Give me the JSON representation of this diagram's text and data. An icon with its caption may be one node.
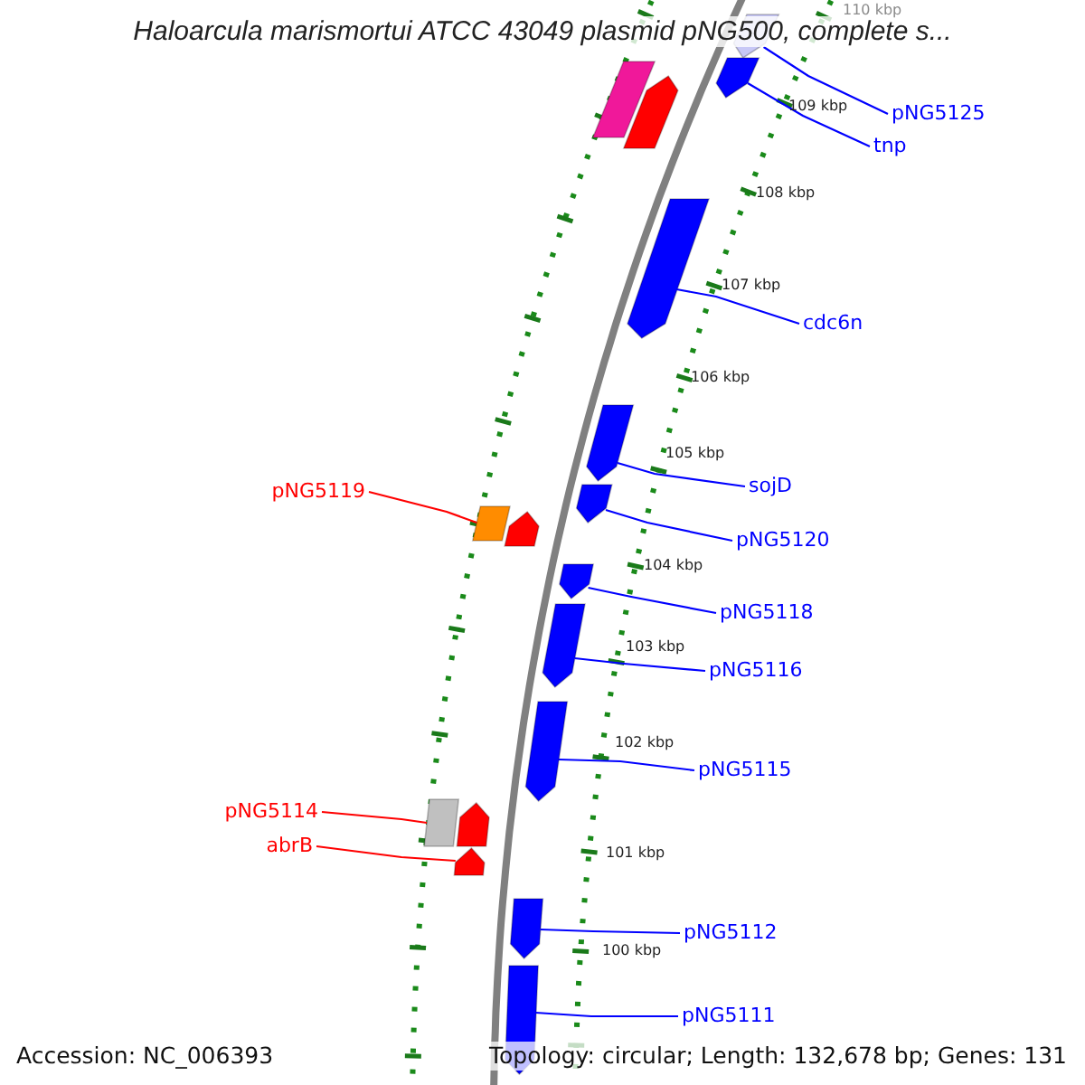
{
  "diagram": {
    "title": "Haloarcula marismortui ATCC 43049 plasmid pNG500, complete s...",
    "nodes": [
      {
        "text": [
          "pNG5125"
        ]
      },
      {
        "text": [
          "tnp"
        ]
      },
      {
        "text": [
          "cdc6n"
        ]
      },
      {
        "text": [
          "sojD"
        ]
      },
      {
        "text": [
          "pNG5120"
        ]
      },
      {
        "text": [
          "pNG5118"
        ]
      },
      {
        "text": [
          "pNG5116"
        ]
      },
      {
        "text": [
          "pNG5115"
        ]
      },
      {
        "text": [
          "pNG5112"
        ]
      },
      {
        "text": [
          "pNG5111"
        ]
      },
      {
        "text": [
          "pNG5119"
        ]
      },
      {
        "text": [
          "pNG5114"
        ]
      },
      {
        "text": [
          "abrB"
        ]
      },
      {
        "text": [],
        "shape": "arrow"
      },
      {
        "text": [],
        "shape": "arrow"
      },
      {
        "text": [],
        "shape": "arrow"
      },
      {
        "text": [],
        "shape": "arrow"
      },
      {
        "text": [],
        "shape": "arrow"
      },
      {
        "text": [],
        "shape": "box"
      },
      {
        "text": [],
        "shape": "arrow"
      },
      {
        "text": [],
        "shape": "arrow"
      },
      {
        "text": [],
        "shape": "arrow"
      },
      {
        "text": [],
        "shape": "box"
      },
      {
        "text": [],
        "shape": "arrow"
      },
      {
        "text": [],
        "shape": "arrow"
      },
      {
        "text": [],
        "shape": "arrow"
      }
    ],
    "edges": [
      {
        "from": 0,
        "to": 13,
        "arrow": "none"
      },
      {
        "from": 1,
        "to": 14,
        "arrow": "none"
      },
      {
        "from": 2,
        "to": 15,
        "arrow": "none"
      },
      {
        "from": 3,
        "to": 16,
        "arrow": "none"
      },
      {
        "from": 4,
        "to": 17,
        "arrow": "none"
      },
      {
        "from": 5,
        "to": 19,
        "arrow": "none"
      },
      {
        "from": 6,
        "to": 20,
        "arrow": "none"
      },
      {
        "from": 7,
        "to": 21,
        "arrow": "none"
      },
      {
        "from": 8,
        "to": 24,
        "arrow": "none"
      },
      {
        "from": 9,
        "to": 25,
        "arrow": "none"
      },
      {
        "from": 10,
        "to": 18,
        "arrow": "none",
        "color": "#ff0000"
      },
      {
        "from": 11,
        "to": 22,
        "arrow": "none",
        "color": "#ff0000"
      },
      {
        "from": 12,
        "to": 23,
        "arrow": "none",
        "color": "#ff0000"
      }
    ],
    "labels": [
      "110 kbp",
      "109 kbp",
      "108 kbp",
      "107 kbp",
      "106 kbp",
      "105 kbp",
      "104 kbp",
      "103 kbp",
      "102 kbp",
      "101 kbp",
      "100 kbp",
      "Accession: NC_006393",
      "Topology: circular; Length: 132,678 bp; Genes: 131"
    ]
  }
}
